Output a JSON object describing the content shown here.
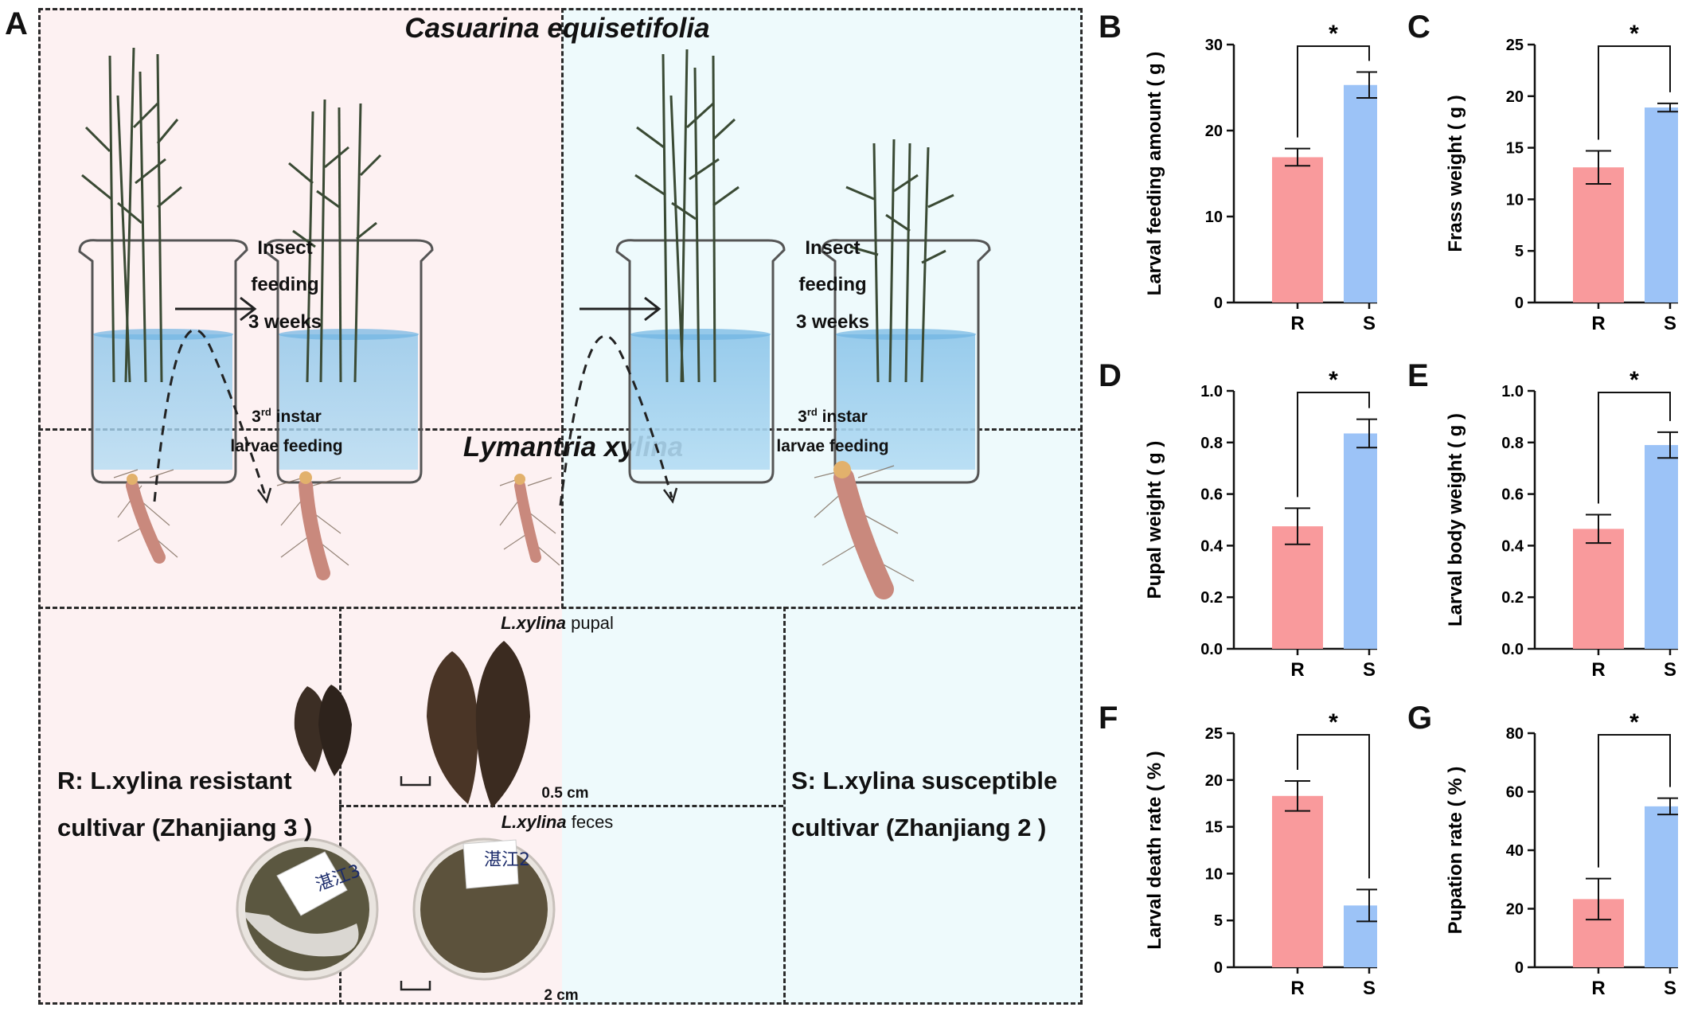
{
  "panel_letters": {
    "A": "A",
    "B": "B",
    "C": "C",
    "D": "D",
    "E": "E",
    "F": "F",
    "G": "G"
  },
  "schematic": {
    "plant_title": "Casuarina equisetifolia",
    "insect_title": "Lymantria xylina",
    "feeding_line1": "Insect",
    "feeding_line2": "feeding",
    "feeding_line3": "3 weeks",
    "instar_num": "3",
    "instar_sup": "rd",
    "instar_rest": " instar",
    "larvae_feeding": "larvae feeding",
    "pupal_italic": "L.xylina",
    "pupal_rest": " pupal",
    "feces_italic": "L.xylina",
    "feces_rest": " feces",
    "scale_pupal": "0.5 cm",
    "scale_feces": "2 cm",
    "r_line1": "R: L.xylina resistant",
    "r_line2": "cultivar (Zhanjiang 3 )",
    "s_line1": "S: L.xylina susceptible",
    "s_line2": "cultivar (Zhanjiang 2 )",
    "label_r_handwritten": "湛江3",
    "label_s_handwritten": "湛江2"
  },
  "colors": {
    "R": "#f99a9c",
    "S": "#9cc3f7",
    "pink_bg": "#fdf1f2",
    "blue_bg": "#eefafc"
  },
  "chart_data": [
    {
      "id": "B",
      "type": "bar",
      "categories": [
        "R",
        "S"
      ],
      "values": [
        16.9,
        25.3
      ],
      "errors": [
        1.0,
        1.5
      ],
      "ylabel": "Larval feeding amount ( g )",
      "ylim": [
        0,
        30
      ],
      "yticks": [
        0,
        10,
        20,
        30
      ],
      "tick_labels": [
        "0",
        "10",
        "20",
        "30"
      ],
      "significance": "*"
    },
    {
      "id": "C",
      "type": "bar",
      "categories": [
        "R",
        "S"
      ],
      "values": [
        13.1,
        18.9
      ],
      "errors": [
        1.6,
        0.4
      ],
      "ylabel": "Frass weight ( g )",
      "ylim": [
        0,
        25
      ],
      "yticks": [
        0,
        5,
        10,
        15,
        20,
        25
      ],
      "tick_labels": [
        "0",
        "5",
        "10",
        "15",
        "20",
        "25"
      ],
      "significance": "*"
    },
    {
      "id": "D",
      "type": "bar",
      "categories": [
        "R",
        "S"
      ],
      "values": [
        0.475,
        0.835
      ],
      "errors": [
        0.07,
        0.055
      ],
      "ylabel": "Pupal weight ( g )",
      "ylim": [
        0,
        1.0
      ],
      "yticks": [
        0,
        0.2,
        0.4,
        0.6,
        0.8,
        1.0
      ],
      "tick_labels": [
        "0.0",
        "0.2",
        "0.4",
        "0.6",
        "0.8",
        "1.0"
      ],
      "significance": "*"
    },
    {
      "id": "E",
      "type": "bar",
      "categories": [
        "R",
        "S"
      ],
      "values": [
        0.465,
        0.79
      ],
      "errors": [
        0.055,
        0.05
      ],
      "ylabel": "Larval body weight  ( g )",
      "ylim": [
        0,
        1.0
      ],
      "yticks": [
        0,
        0.2,
        0.4,
        0.6,
        0.8,
        1.0
      ],
      "tick_labels": [
        "0.0",
        "0.2",
        "0.4",
        "0.6",
        "0.8",
        "1.0"
      ],
      "significance": "*"
    },
    {
      "id": "F",
      "type": "bar",
      "categories": [
        "R",
        "S"
      ],
      "values": [
        18.3,
        6.6
      ],
      "errors": [
        1.6,
        1.7
      ],
      "ylabel": "Larval death rate ( % )",
      "ylim": [
        0,
        25
      ],
      "yticks": [
        0,
        5,
        10,
        15,
        20,
        25
      ],
      "tick_labels": [
        "0",
        "5",
        "10",
        "15",
        "20",
        "25"
      ],
      "significance": "*"
    },
    {
      "id": "G",
      "type": "bar",
      "categories": [
        "R",
        "S"
      ],
      "values": [
        23.3,
        55.0
      ],
      "errors": [
        7.0,
        2.8
      ],
      "ylabel": "Pupation rate ( % )",
      "ylim": [
        0,
        80
      ],
      "yticks": [
        0,
        20,
        40,
        60,
        80
      ],
      "tick_labels": [
        "0",
        "20",
        "40",
        "60",
        "80"
      ],
      "significance": "*"
    }
  ]
}
